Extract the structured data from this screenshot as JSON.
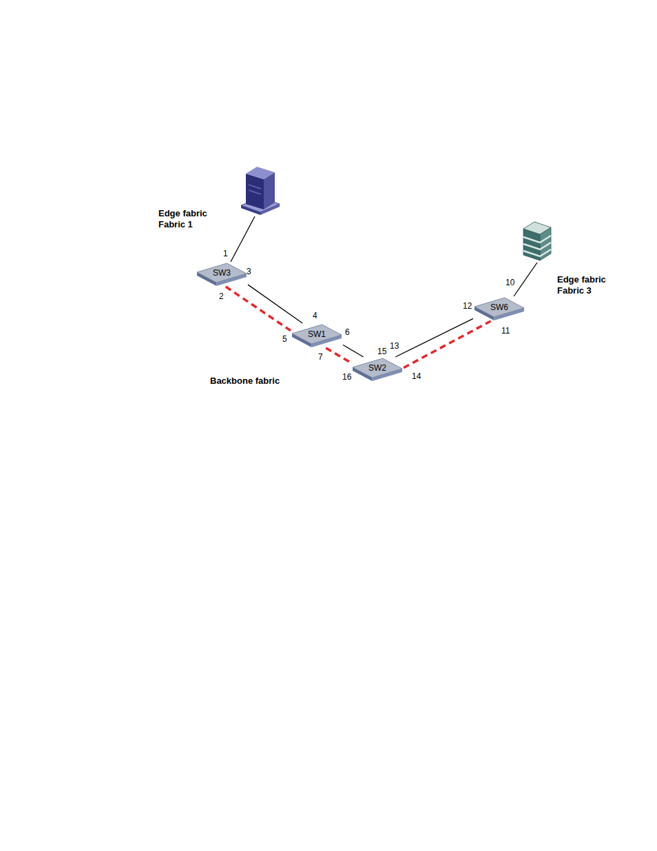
{
  "diagram": {
    "nodes": [
      {
        "text": [
          "Edge fabric Fabric 1"
        ]
      },
      {
        "text": [
          "SW3"
        ],
        "in": 0
      },
      {
        "text": [
          "Backbone fabric"
        ]
      },
      {
        "text": [
          "SW1"
        ],
        "in": 2
      },
      {
        "text": [
          "SW2"
        ],
        "in": 2
      },
      {
        "text": [
          "Edge fabric Fabric 3"
        ]
      },
      {
        "text": [
          "SW6"
        ],
        "in": 5
      }
    ],
    "edges": [
      {
        "from": 1,
        "to": 3,
        "arrow": "none"
      },
      {
        "from": 1,
        "to": 3,
        "arrow": "none"
      },
      {
        "from": 3,
        "to": 4,
        "arrow": "none"
      },
      {
        "from": 3,
        "to": 4,
        "arrow": "none"
      },
      {
        "from": 4,
        "to": 6,
        "arrow": "none"
      },
      {
        "from": 4,
        "to": 6,
        "arrow": "none"
      }
    ],
    "labels": [
      "1",
      "3",
      "2",
      "4",
      "5",
      "6",
      "7",
      "15",
      "16",
      "13",
      "14",
      "10",
      "12",
      "11"
    ]
  }
}
